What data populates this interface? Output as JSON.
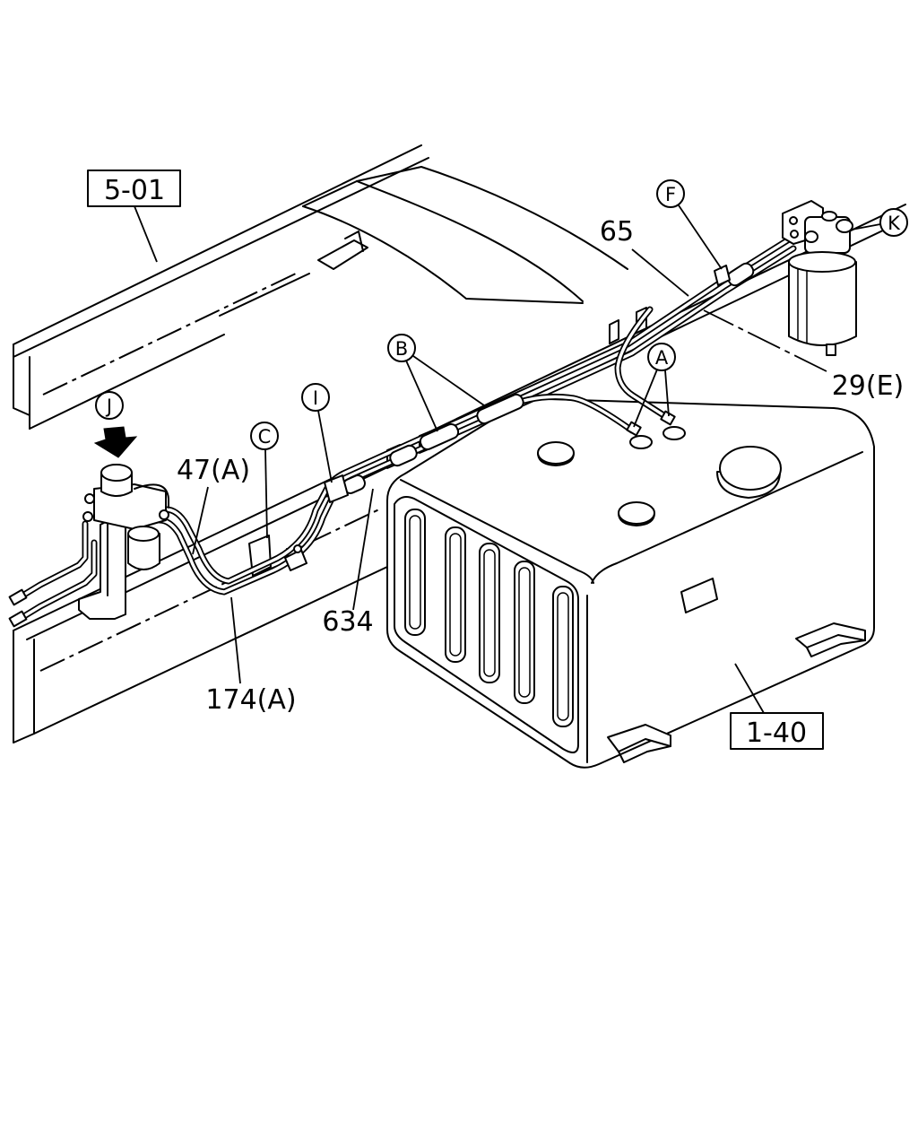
{
  "reference_boxes": {
    "frame": "5-01",
    "fuel_tank": "1-40"
  },
  "part_numbers": {
    "p65": "65",
    "p29e": "29(E)",
    "p47a": "47(A)",
    "p174a": "174(A)",
    "p634": "634"
  },
  "callouts": {
    "f": "F",
    "k": "K",
    "a": "A",
    "b": "B",
    "i": "I",
    "c": "C",
    "j": "J"
  },
  "colors": {
    "line": "#000000",
    "background": "#ffffff"
  }
}
